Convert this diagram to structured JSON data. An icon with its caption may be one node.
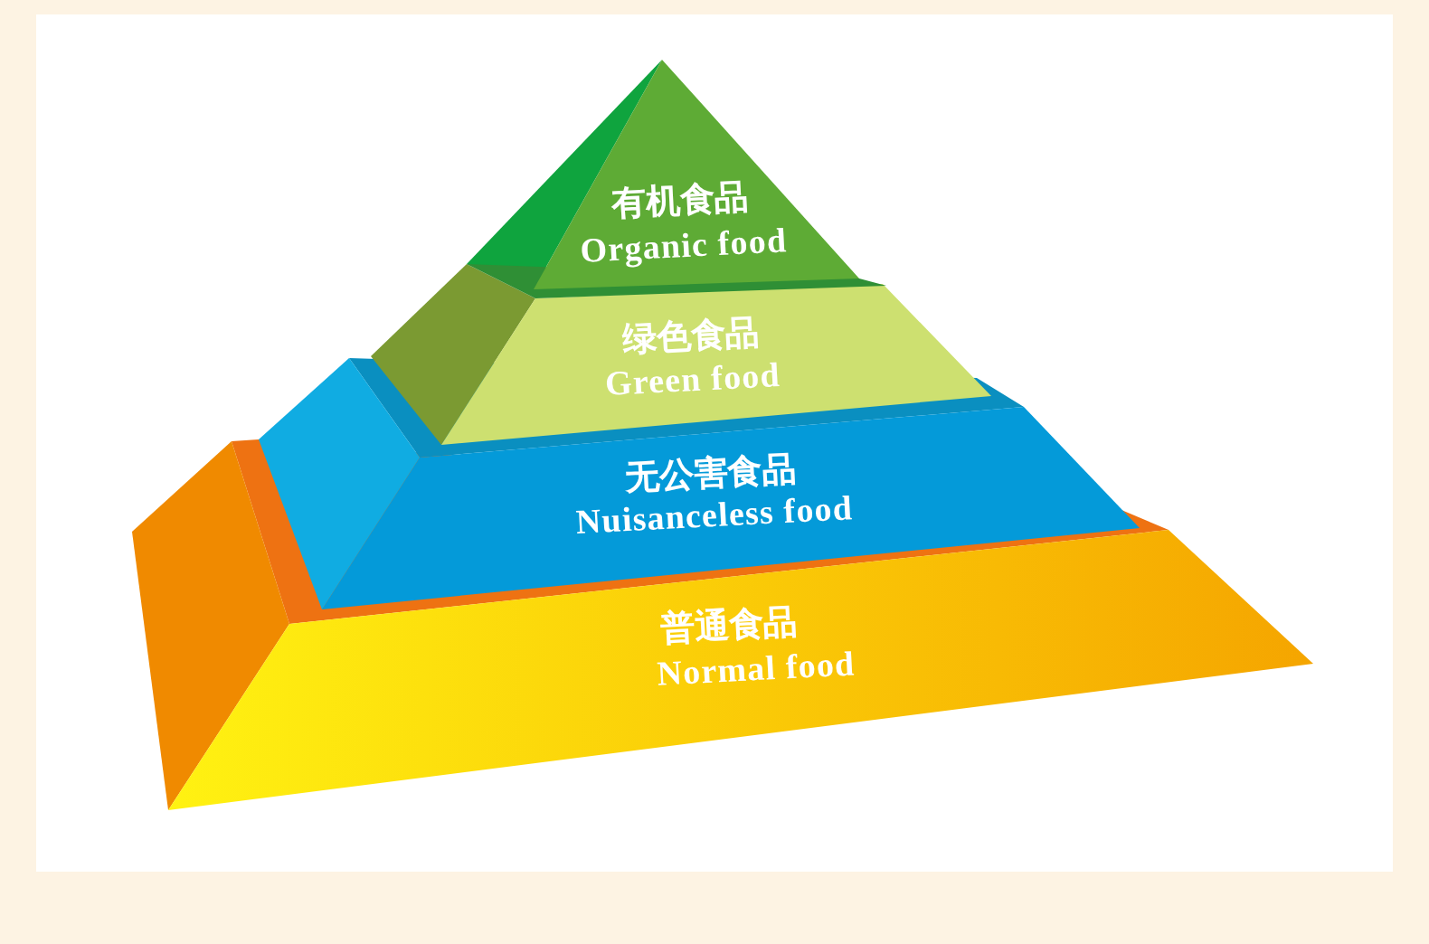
{
  "diagram": {
    "nodes": [
      {
        "text": [
          "有机食品",
          "Organic food"
        ]
      },
      {
        "text": [
          "绿色食品",
          "Green food"
        ]
      },
      {
        "text": [
          "无公害食品",
          "Nuisanceless food"
        ]
      },
      {
        "text": [
          "普通食品",
          "Normal food"
        ]
      }
    ]
  }
}
